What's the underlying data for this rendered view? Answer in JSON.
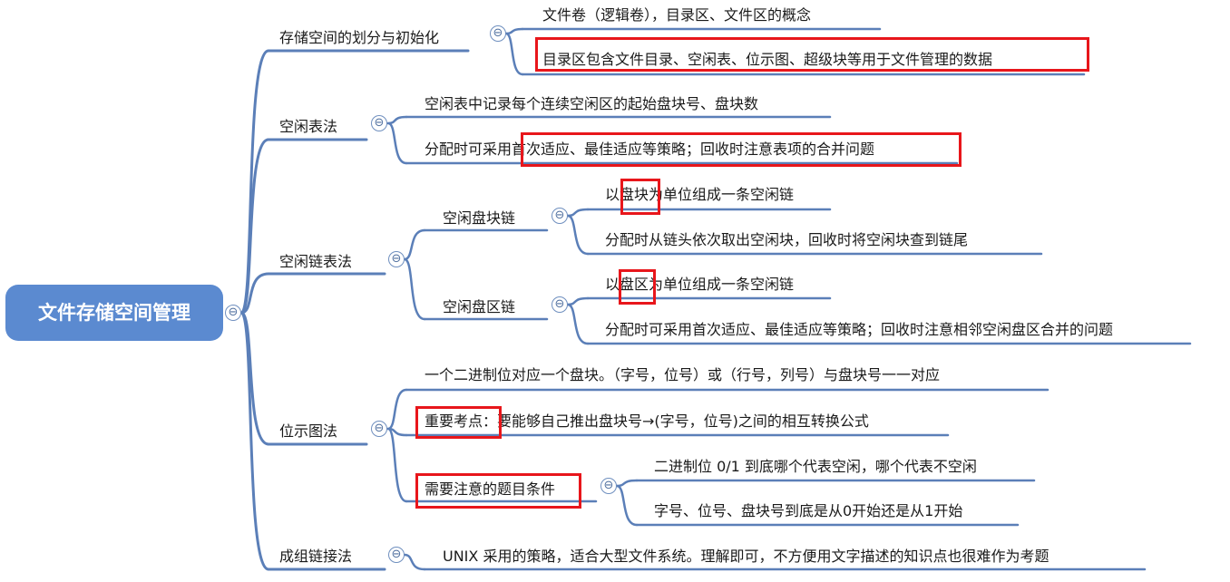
{
  "root": {
    "label": "文件存储空间管理"
  },
  "collapse_glyph": "⊖",
  "branches": [
    {
      "label": "存储空间的划分与初始化",
      "items": [
        "文件卷（逻辑卷），目录区、文件区的概念",
        "目录区包含文件目录、空闲表、位示图、超级块等用于文件管理的数据"
      ]
    },
    {
      "label": "空闲表法",
      "items": [
        "空闲表中记录每个连续空闲区的起始盘块号、盘块数",
        "分配时可采用首次适应、最佳适应等策略；回收时注意表项的合并问题"
      ]
    },
    {
      "label": "空闲链表法",
      "subbranches": [
        {
          "label": "空闲盘块链",
          "items": [
            "以盘块为单位组成一条空闲链",
            "分配时从链头依次取出空闲块，回收时将空闲块查到链尾"
          ]
        },
        {
          "label": "空闲盘区链",
          "items": [
            "以盘区为单位组成一条空闲链",
            "分配时可采用首次适应、最佳适应等策略；回收时注意相邻空闲盘区合并的问题"
          ]
        }
      ]
    },
    {
      "label": "位示图法",
      "items": [
        "一个二进制位对应一个盘块。（字号，位号）或（行号，列号）与盘块号一一对应",
        "重要考点：要能够自己推出盘块号→(字号，位号)之间的相互转换公式"
      ],
      "subbranch": {
        "label": "需要注意的题目条件",
        "items": [
          "二进制位 0/1 到底哪个代表空闲，哪个代表不空闲",
          "字号、位号、盘块号到底是从0开始还是从1开始"
        ]
      }
    },
    {
      "label": "成组链接法",
      "items": [
        "UNIX 采用的策略，适合大型文件系统。理解即可，不方便用文字描述的知识点也很难作为考题"
      ]
    }
  ],
  "colors": {
    "root_fill": "#5b8ad0",
    "line": "#5b7fb8",
    "highlight": "#e8161b"
  }
}
